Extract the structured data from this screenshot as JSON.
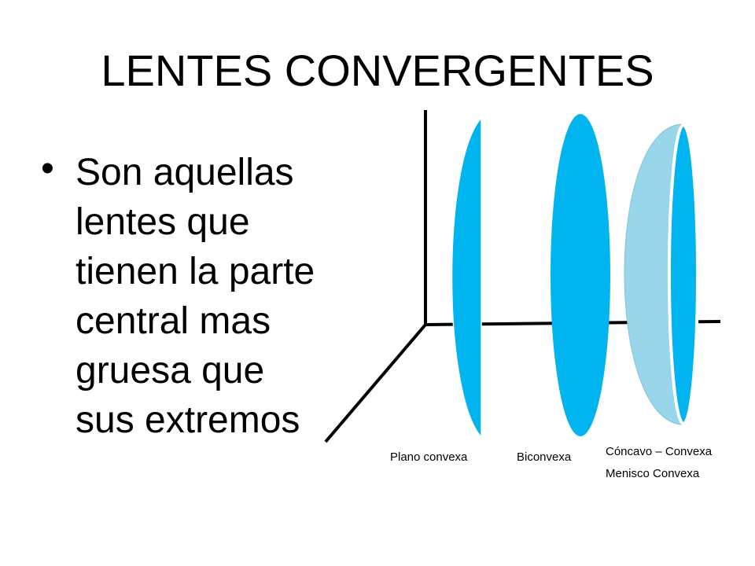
{
  "slide": {
    "title": "LENTES CONVERGENTES",
    "bullet_marker": "•",
    "bullet_text": "Son aquellas lentes que tienen la parte central mas gruesa que sus extremos"
  },
  "diagram": {
    "labels": {
      "plano_convexa": "Plano convexa",
      "biconvexa": "Biconvexa",
      "concavo_convexa": "Cóncavo – Convexa",
      "menisco_convexa": "Menisco Convexa"
    },
    "colors": {
      "lens_blue": "#00b4ef",
      "lens_light_blue": "#99d6ea",
      "axis": "#000000"
    }
  }
}
